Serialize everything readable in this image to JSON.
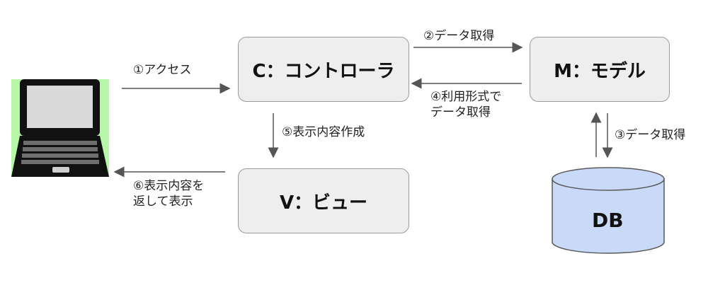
{
  "boxes": {
    "controller": "C：コントローラ",
    "model": "M：モデル",
    "view": "V：ビュー",
    "db": "DB"
  },
  "labels": {
    "access": "①アクセス",
    "fetch_data_c_to_m": "②データ取得",
    "fetch_data_m_to_db": "③データ取得",
    "return_line1": "④利用形式で",
    "return_line2": "データ取得",
    "create_content": "⑤表示内容作成",
    "show_line1": "⑥表示内容を",
    "show_line2": "返して表示"
  },
  "icons": {
    "client": "laptop-icon",
    "database": "database-cylinder-icon"
  },
  "colors": {
    "box_fill": "#eeeeee",
    "box_border": "#9b9b9b",
    "db_fill": "#c9daf8",
    "laptop_bg": "#b7f7a8",
    "arrow": "#555555"
  }
}
